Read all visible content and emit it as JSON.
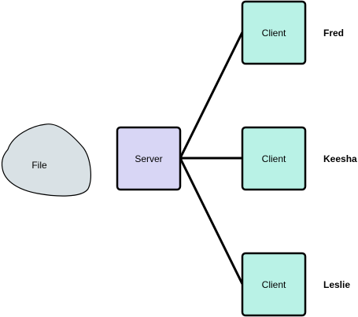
{
  "colors": {
    "file_fill": "#d9e1e5",
    "server_fill": "#d8d6f5",
    "client_fill": "#b9f2e6",
    "stroke": "#000000"
  },
  "file": {
    "label": "File"
  },
  "server": {
    "label": "Server"
  },
  "clients": [
    {
      "label": "Client",
      "user": "Fred"
    },
    {
      "label": "Client",
      "user": "Keesha"
    },
    {
      "label": "Client",
      "user": "Leslie"
    }
  ]
}
